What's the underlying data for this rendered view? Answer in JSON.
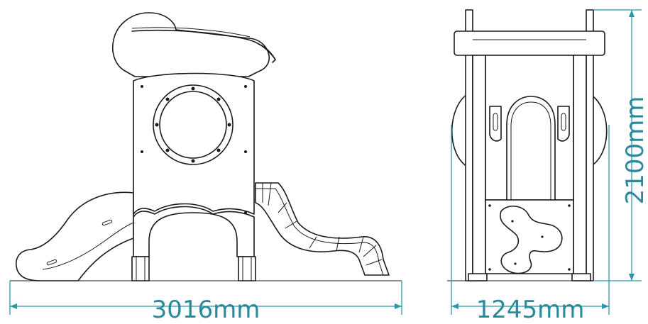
{
  "dimensions": {
    "front_width": "3016mm",
    "side_width": "1245mm",
    "height": "2100mm"
  },
  "colors": {
    "line": "#1a1a1a",
    "dimension": "#2a97a8",
    "dimension_text": "#2a8a9c",
    "background": "#ffffff"
  }
}
